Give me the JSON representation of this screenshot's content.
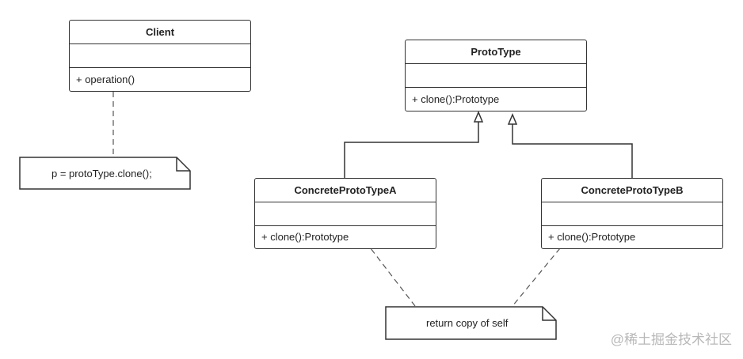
{
  "classes": {
    "client": {
      "name": "Client",
      "op": "+ operation()"
    },
    "prototype": {
      "name": "ProtoType",
      "op": "+ clone():Prototype"
    },
    "concrete_a": {
      "name": "ConcreteProtoTypeA",
      "op": "+ clone():Prototype"
    },
    "concrete_b": {
      "name": "ConcreteProtoTypeB",
      "op": "+ clone():Prototype"
    }
  },
  "notes": {
    "client_note": "p = protoType.clone();",
    "return_note": "return copy of self"
  },
  "watermark": "@稀土掘金技术社区",
  "colors": {
    "line": "#333333",
    "background": "#ffffff",
    "watermark": "#b8b8b8"
  }
}
